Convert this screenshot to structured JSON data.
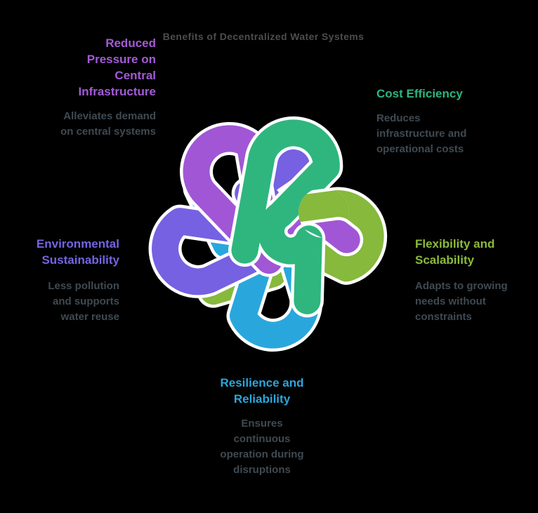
{
  "title": "Benefits of Decentralized Water Systems",
  "sections": {
    "reduced_pressure": {
      "heading": "Reduced\nPressure on\nCentral\nInfrastructure",
      "body": "Alleviates demand\non central systems",
      "color": "#a45ad6"
    },
    "cost_efficiency": {
      "heading": "Cost Efficiency",
      "body": "Reduces\ninfrastructure and\noperational costs",
      "color": "#2eb57d"
    },
    "flexibility": {
      "heading": "Flexibility and\nScalability",
      "body": "Adapts to growing\nneeds without\nconstraints",
      "color": "#8cba3a"
    },
    "environmental": {
      "heading": "Environmental\nSustainability",
      "body": "Less pollution\nand supports\nwater reuse",
      "color": "#7464e4"
    },
    "resilience": {
      "heading": "Resilience and\nReliability",
      "body": "Ensures\ncontinuous\noperation during\ndisruptions",
      "color": "#2ba6da"
    }
  },
  "knot": {
    "outline": "#ffffff",
    "background": "#000000",
    "strand_colors": {
      "purple": "#a156d6",
      "green": "#2eb67e",
      "olive": "#86b93c",
      "blue": "#29a7dc",
      "violet": "#7561e2"
    }
  }
}
